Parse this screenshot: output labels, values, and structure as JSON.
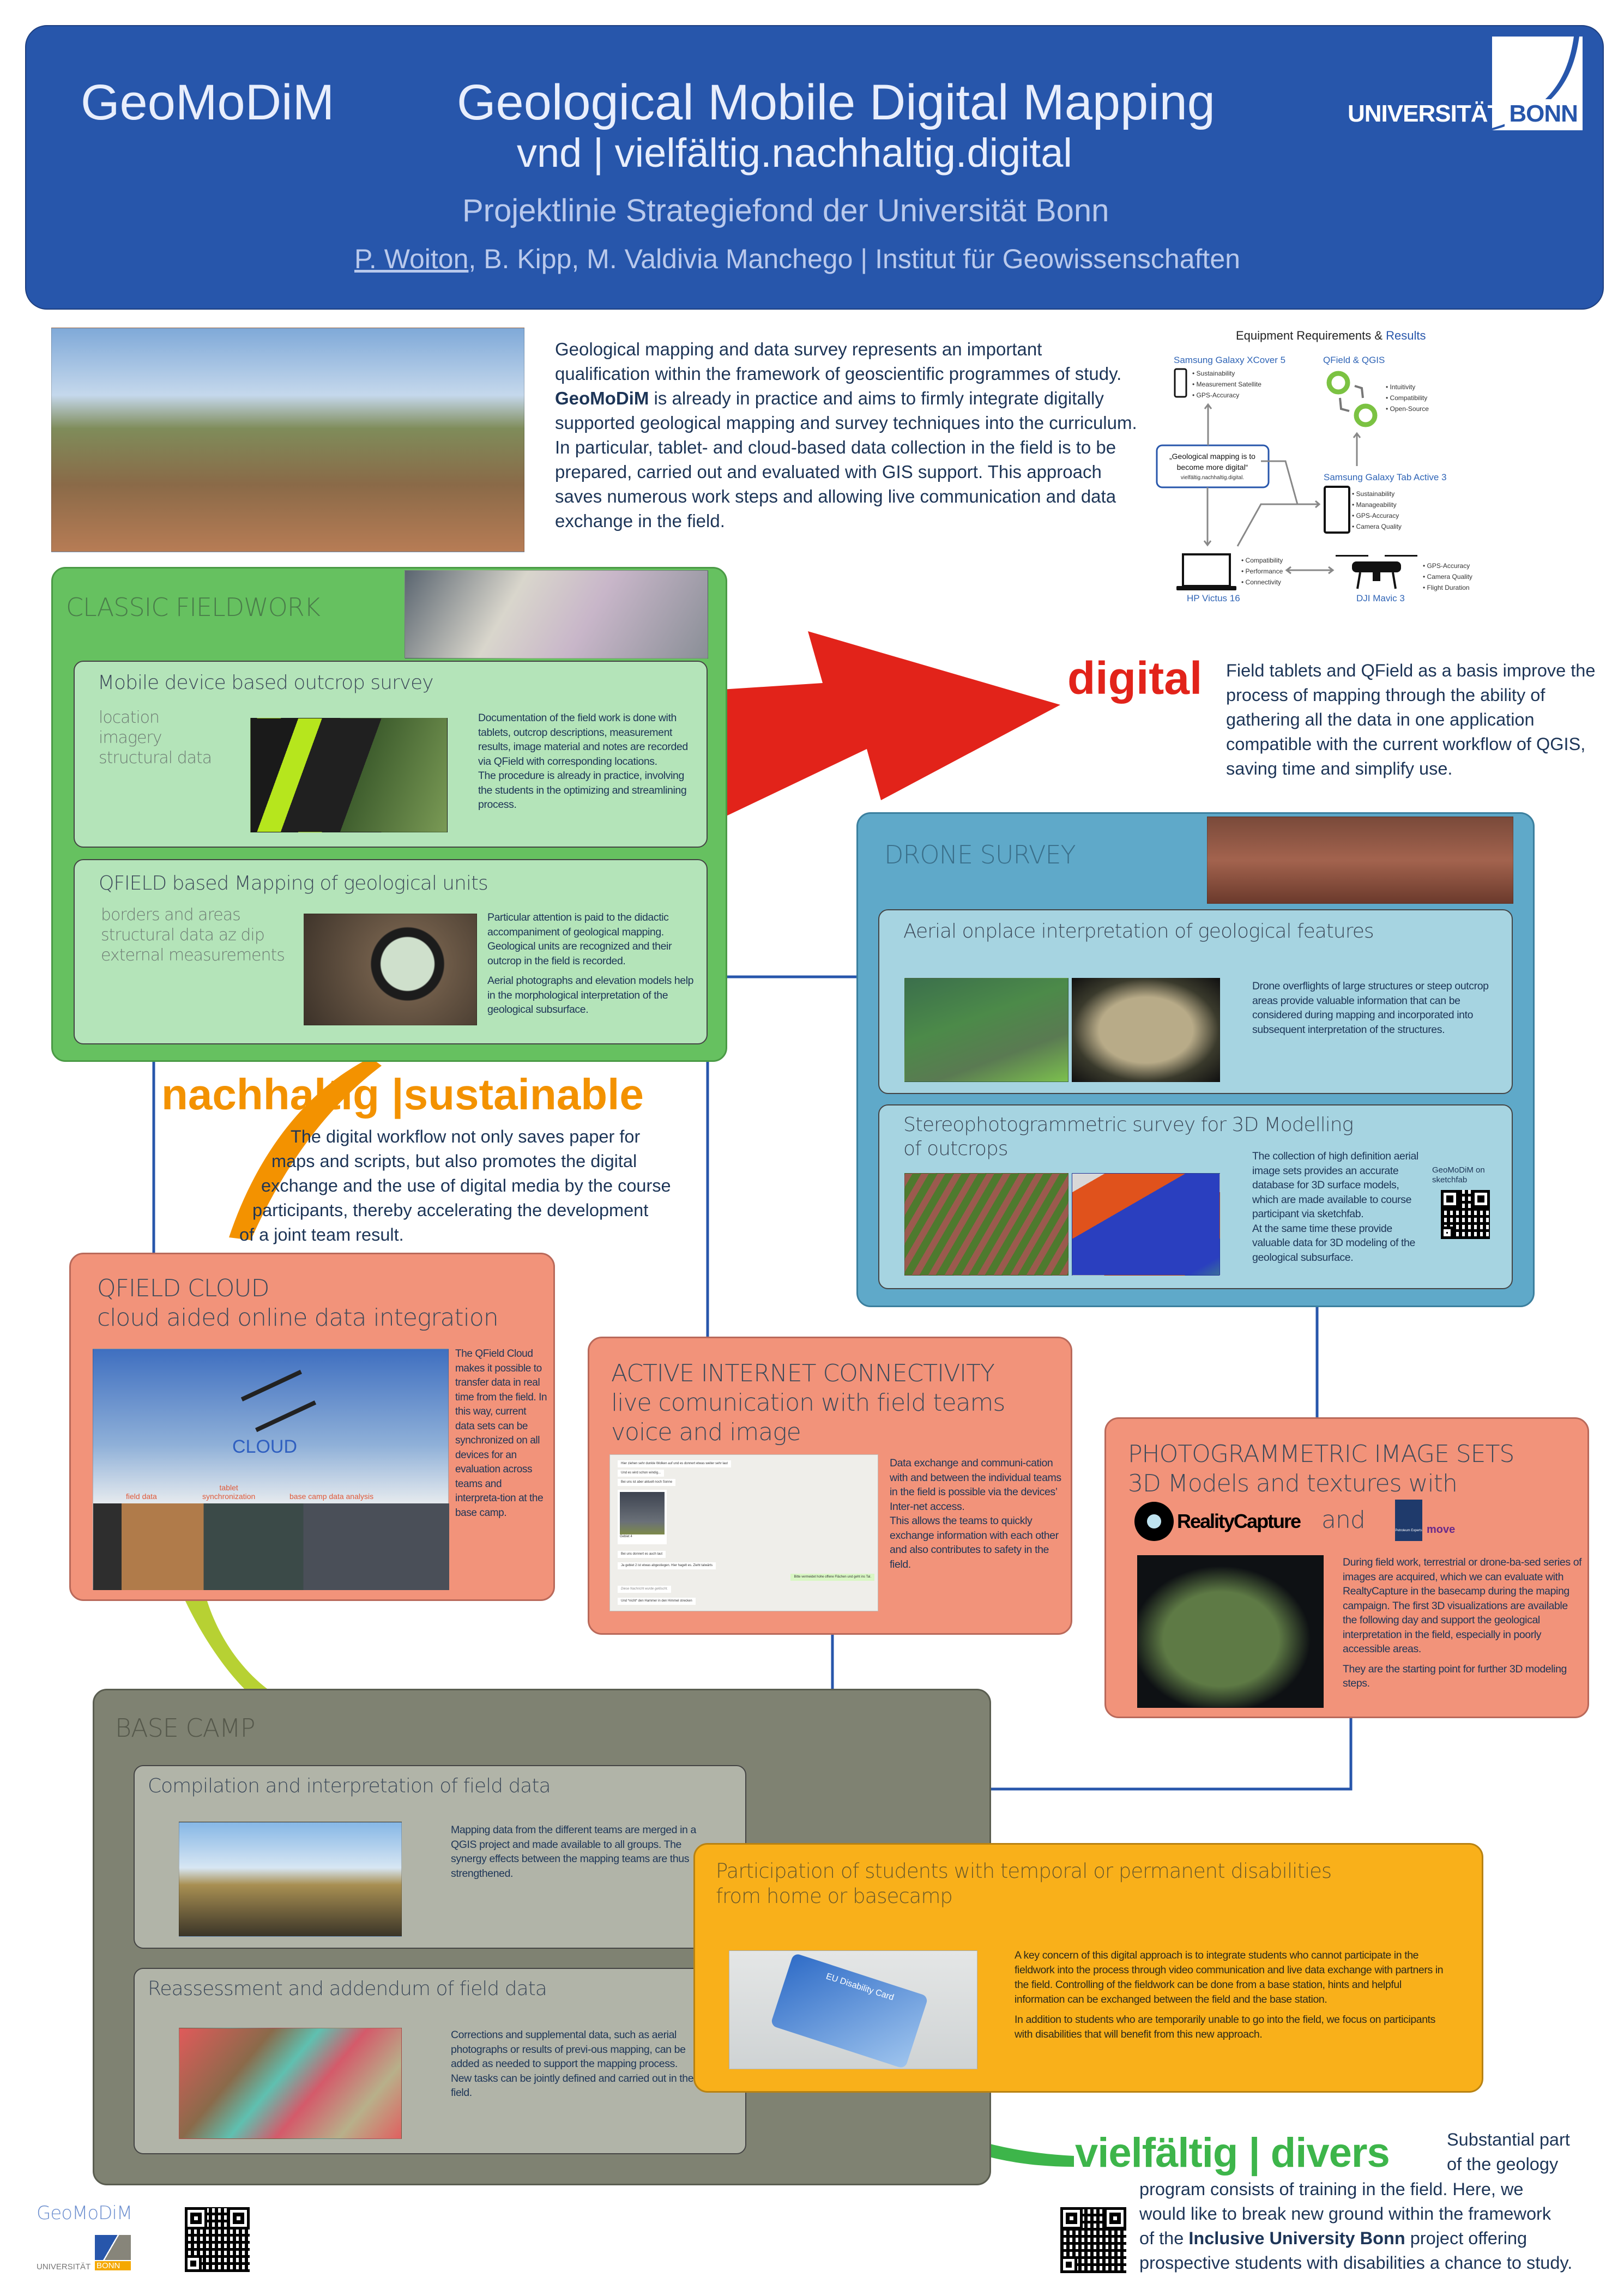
{
  "header": {
    "short_title": "GeoMoDiM",
    "title": "Geological Mobile Digital Mapping",
    "subtitle": "vnd |  vielfältig.nachhaltig.digital",
    "project_line": "Projektlinie Strategiefond der Universität Bonn",
    "lead_author": "P. Woiton",
    "authors_rest": ", B. Kipp, M. Valdivia Manchego | Institut für Geowissenschaften",
    "logo_universitaet": "UNIVERSITÄT",
    "logo_bonn": "BONN",
    "background_color": "#2756ab"
  },
  "intro": {
    "before": "Geological mapping and data survey represents an important qualification within the framework of geoscientific programmes of study. ",
    "bold": "GeoMoDiM",
    "after": " is already in practice and aims to firmly integrate digitally supported geological mapping and survey techniques into the curriculum. In particular, tablet- and cloud-based data collection in the field is to be prepared, carried out and evaluated with GIS support. This approach saves numerous work steps and allowing live communication and data exchange in the field."
  },
  "equipment": {
    "title": "Equipment Requirements & ",
    "title_accent": "Results",
    "xcover": {
      "name": "Samsung Galaxy XCover 5",
      "features": [
        "Sustainability",
        "Measurement Satellite",
        "GPS-Accuracy"
      ]
    },
    "qfield": {
      "name": "QField & QGIS",
      "features": [
        "Intuitivity",
        "Compatibility",
        "Open-Source"
      ]
    },
    "tab": {
      "name": "Samsung Galaxy Tab Active 3",
      "features": [
        "Sustainability",
        "Manageability",
        "GPS-Accuracy",
        "Camera Quality"
      ]
    },
    "hp": {
      "name": "HP Victus 16",
      "features": [
        "Compatibility",
        "Performance",
        "Connectivity"
      ]
    },
    "dji": {
      "name": "DJI Mavic 3",
      "features": [
        "GPS-Accuracy",
        "Camera Quality",
        "Flight Duration"
      ]
    },
    "quote_line1": "„Geological mapping is to",
    "quote_line2": "become more digital“",
    "quote_sub": "vielfältig.nachhaltig.digital."
  },
  "classic": {
    "title": "CLASSIC FIELDWORK",
    "color": "#66c160",
    "mobile": {
      "title": "Mobile device based outcrop survey",
      "keywords": [
        "location",
        "imagery",
        "structural data"
      ],
      "text": "Documentation of the field work is done with tablets, outcrop descriptions, measurement results, image material and notes are recorded via QField with corresponding locations.\nThe procedure is already in practice, involving the students in the optimizing and streamlining process."
    },
    "qfield": {
      "title": "QFIELD based Mapping of geological units",
      "keywords": [
        "borders and areas",
        "structural data az dip",
        "external measurements"
      ],
      "text1": "Particular attention is paid to the didactic accompaniment of geological mapping. Geological units are recognized and their outcrop in the field is recorded.",
      "text2": "Aerial photographs and elevation models help in the morphological interpretation of the geological subsurface."
    }
  },
  "digital": {
    "word": "digital",
    "text": "Field tablets and QField as a basis improve the process of mapping through the ability of gathering all the data in one application compatible with the current workflow of QGIS, saving time and simplify use.",
    "color": "#e2231a"
  },
  "drone": {
    "title": "DRONE SURVEY",
    "color": "#5fa9c9",
    "aerial": {
      "title": "Aerial onplace interpretation of geological features",
      "text": "Drone overflights of large structures or steep outcrop areas provide valuable information that can be considered during mapping and incorporated into subsequent interpretation of the structures."
    },
    "stereo": {
      "title_line1": "Stereophotogrammetric survey for 3D Modelling",
      "title_line2": "of outcrops",
      "text": "The collection of high definition aerial image sets provides an accurate database for 3D surface models, which are made available to course participant via sketchfab.\nAt the same time these provide valuable data for 3D modeling of the geological subsurface.",
      "qr_caption": "GeoMoDiM on sketchfab"
    }
  },
  "sustainable": {
    "heading": "nachhaltig |sustainable",
    "lines": [
      "The digital workflow not only saves paper for",
      "maps and scripts, but also promotes the digital",
      "exchange and the use of digital media by the course",
      "participants, thereby accelerating the development",
      "of a joint team result."
    ],
    "color": "#f39200"
  },
  "cloud": {
    "title_line1": "QFIELD CLOUD",
    "title_line2": "cloud aided online data integration",
    "image_labels": {
      "cloud": "CLOUD",
      "field": "field data",
      "tablet": "tablet\nsynchronization",
      "basecamp": "base camp data analysis"
    },
    "text": "The QField Cloud makes it possible to transfer data in real time from the field. In this way, current data sets can be synchronized on all devices for an evaluation across teams and interpreta-tion at the base camp."
  },
  "internet": {
    "title_line1": "ACTIVE INTERNET CONNECTIVITY",
    "title_line2": "live comunication with field teams",
    "title_line3": "voice and image",
    "chat": [
      "Hier ziehen sehr dunkle Wolken auf und es donnert etwas weiter sehr laut",
      "Und es wird schon windig...",
      "Bei uns ist aber aktuell noch Sonne",
      "Gebiet 4",
      "Bei uns donnert es auch laut",
      "Ja gebiet 2 ist etwas abgestiegen. Hier hagelt es. Zieht talwärts",
      "Bitte vermeidet hohe offene Flächen und geht ins Tal.",
      "Diese Nachricht wurde gelöscht.",
      "Und *nicht* den Hammer in den Himmel strecken"
    ],
    "text": "Data exchange and communi-cation with and between the individual teams in the field is possible via the devices’ Inter-net access.\nThis allows the teams to quickly exchange information with each other and also contributes to safety in the field."
  },
  "photogrammetry": {
    "title_line1": "PHOTOGRAMMETRIC IMAGE SETS",
    "title_line2": "3D Models and textures with",
    "logo_realitycapture": "RealityCapture",
    "and": "and",
    "logo_pe": "Petroleum Experts",
    "logo_move": "move",
    "text1": "During field work, terrestrial or drone-ba-sed series of images are acquired, which we can evaluate with RealtyCapture in the basecamp during the maping campaign. The first 3D visualizations are available the following day and support the geological interpretation in the field, especially in poorly accessible areas.",
    "text2": "They are the starting point for further 3D modeling steps."
  },
  "basecamp": {
    "title": "BASE CAMP",
    "color": "#7f8272",
    "compilation": {
      "title": "Compilation and interpretation of field data",
      "text": "Mapping data from the different teams are merged in a QGIS project and made available to all groups. The synergy effects between the mapping teams are thus strengthened."
    },
    "reassessment": {
      "title": "Reassessment and addendum of field data",
      "text": "Corrections and supplemental data, such as aerial photographs or results of previ-ous mapping, can be added as needed to support the mapping process. New tasks can be jointly defined and carried out in the field."
    }
  },
  "participation": {
    "title_line1": "Participation of students with temporal or permanent disabilities",
    "title_line2": "from home or basecamp",
    "card_label": "EU Disability Card",
    "text1": "A key concern of this digital approach is to integrate students who cannot participate in the fieldwork into the process through video communication and live data exchange with partners in the field. Controlling of the fieldwork can be done from a base station, hints and helpful information can be exchanged between the field and the base station.",
    "text2": "In addition to students who are temporarily unable to go into the field, we focus on participants with disabilities that will benefit from this new approach.",
    "color": "#f9b01a"
  },
  "divers": {
    "heading": "vielfältig | divers",
    "side_line1": "Substantial part",
    "side_line2": "of the geology",
    "line1": "program consists of training in the field. Here, we",
    "line2": "would like to break new ground within the framework",
    "line3_before": "of the ",
    "line3_bold": "Inclusive University Bonn",
    "line3_after": " project offering",
    "line4": "prospective students with disabilities a chance to study.",
    "color": "#3db54a"
  },
  "footer": {
    "project_name": "GeoMoDiM",
    "logo_universitaet": "UNIVERSITÄT",
    "logo_bonn": "BONN"
  }
}
